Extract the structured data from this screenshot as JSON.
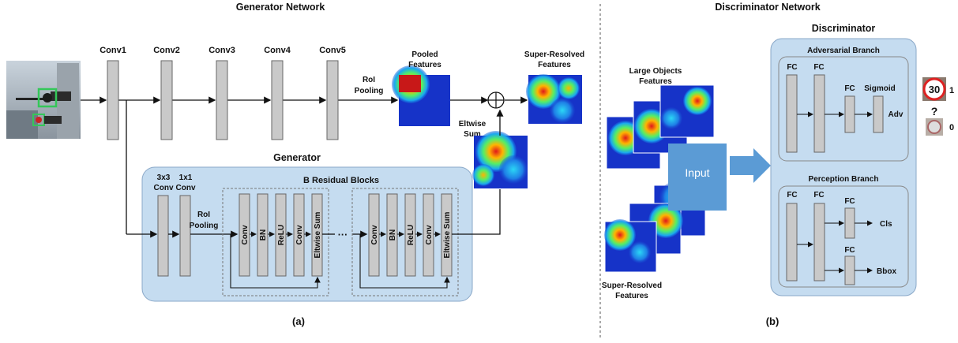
{
  "titles": {
    "generator": "Generator Network",
    "discriminator": "Discriminator Network"
  },
  "captions": {
    "a": "(a)",
    "b": "(b)"
  },
  "generator": {
    "conv_labels": [
      "Conv1",
      "Conv2",
      "Conv3",
      "Conv4",
      "Conv5"
    ],
    "roi_pooling_top": [
      "RoI",
      "Pooling"
    ],
    "pooled_features": [
      "Pooled",
      "Features"
    ],
    "super_resolved_top": [
      "Super-Resolved",
      "Features"
    ],
    "eltwise_sum": [
      "Eltwise",
      "Sum"
    ],
    "panel_title": "Generator",
    "conv3x3": [
      "3x3",
      "Conv"
    ],
    "conv1x1": [
      "1x1",
      "Conv"
    ],
    "roi_pooling_inner": [
      "RoI",
      "Pooling"
    ],
    "residual_title": "B Residual Blocks",
    "block_layers": [
      "Conv",
      "BN",
      "ReLU",
      "Conv",
      "Eltwise Sum"
    ],
    "ellipsis": "···"
  },
  "discriminator": {
    "large_objects": [
      "Large Objects",
      "Features"
    ],
    "super_resolved": [
      "Super-Resolved",
      "Features"
    ],
    "input_label": "Input",
    "panel_title": "Discriminator",
    "adversarial_title": "Adversarial Branch",
    "perception_title": "Perception Branch",
    "fc": "FC",
    "sigmoid": "Sigmoid",
    "adv": "Adv",
    "cls": "Cls",
    "bbox": "Bbox"
  },
  "output": {
    "sign_number": "30",
    "question": "?",
    "real": "1",
    "fake": "0"
  },
  "colors": {
    "panel_fill": "#c5dcf0",
    "panel_stroke": "#8aa8c8",
    "layer_fill": "#c9c9c9",
    "input_fill": "#5b9bd5"
  }
}
